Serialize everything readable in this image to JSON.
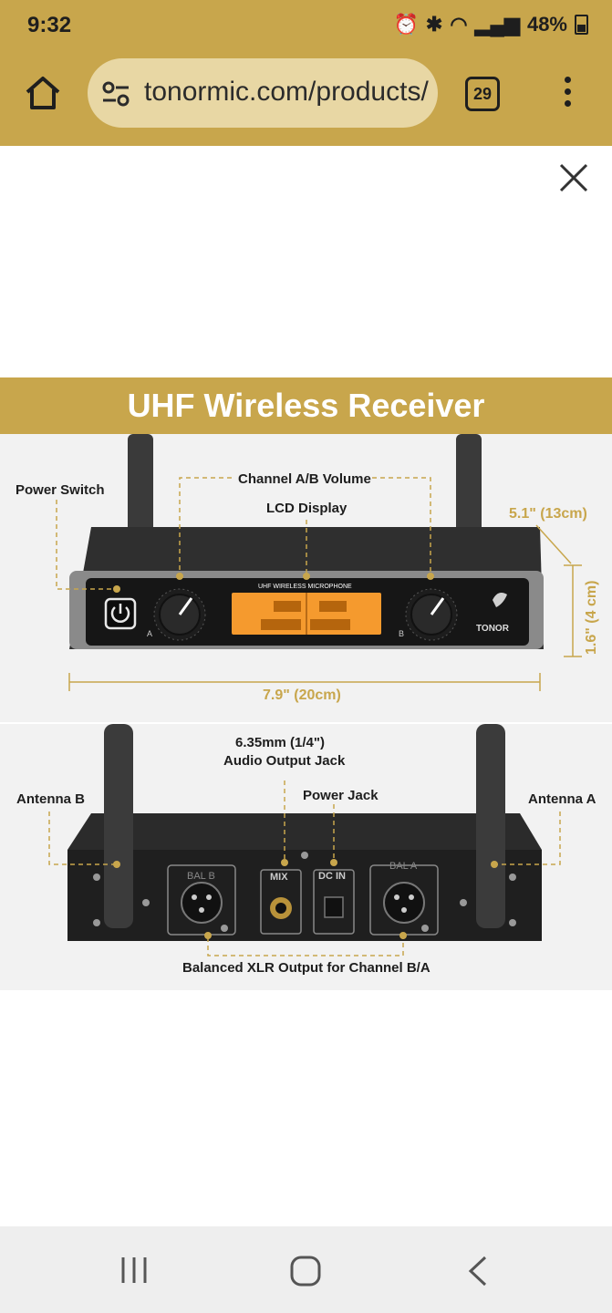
{
  "status": {
    "time": "9:32",
    "battery": "48%"
  },
  "browser": {
    "url": "tonormic.com/products/",
    "tab_count": "29"
  },
  "product": {
    "banner": "UHF Wireless Receiver",
    "front": {
      "power_switch": "Power Switch",
      "channel_volume": "Channel A/B Volume",
      "lcd_display": "LCD Display",
      "depth": "5.1\" (13cm)",
      "height": "1.6\" (4 cm)",
      "width": "7.9\" (20cm)",
      "lcd_title": "UHF WIRELESS MICROPHONE",
      "brand": "TONOR",
      "knob_a": "A",
      "knob_b": "B"
    },
    "rear": {
      "audio_jack": "6.35mm (1/4\")",
      "audio_jack_2": "Audio Output Jack",
      "power_jack": "Power Jack",
      "antenna_b": "Antenna B",
      "antenna_a": "Antenna A",
      "bal_b": "BAL B",
      "bal_a": "BAL A",
      "mix": "MIX",
      "dc_in": "DC IN",
      "xlr_output": "Balanced XLR Output for Channel B/A"
    }
  },
  "colors": {
    "accent": "#c8a64c",
    "lcd": "#f59a2e"
  }
}
